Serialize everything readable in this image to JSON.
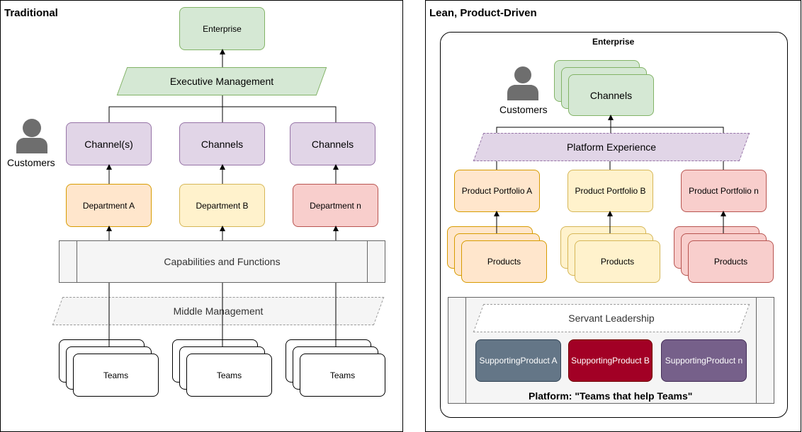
{
  "left": {
    "title": "Traditional",
    "enterprise": "Enterprise",
    "executive": "Executive Management",
    "customers": "Customers",
    "channels": [
      "Channel(s)",
      "Channels",
      "Channels"
    ],
    "departments": [
      "Department A",
      "Department B",
      "Department n"
    ],
    "capabilities": "Capabilities and Functions",
    "middle": "Middle Management",
    "teams": [
      "Teams",
      "Teams",
      "Teams"
    ]
  },
  "right": {
    "title": "Lean, Product-Driven",
    "enterprise": "Enterprise",
    "customers": "Customers",
    "channels": "Channels",
    "platform_experience": "Platform Experience",
    "portfolios": [
      "Product Portfolio A",
      "Product Portfolio B",
      "Product Portfolio n"
    ],
    "products": [
      "Products",
      "Products",
      "Products"
    ],
    "servant": "Servant Leadership",
    "supporting": [
      {
        "line1": "Supporting",
        "line2": "Product A",
        "color": "#647687"
      },
      {
        "line1": "Supporting",
        "line2": "Product B",
        "color": "#a20025"
      },
      {
        "line1": "Supporting",
        "line2": "Product n",
        "color": "#76608a"
      }
    ],
    "platform_label": "Platform: \"Teams that help Teams\""
  }
}
